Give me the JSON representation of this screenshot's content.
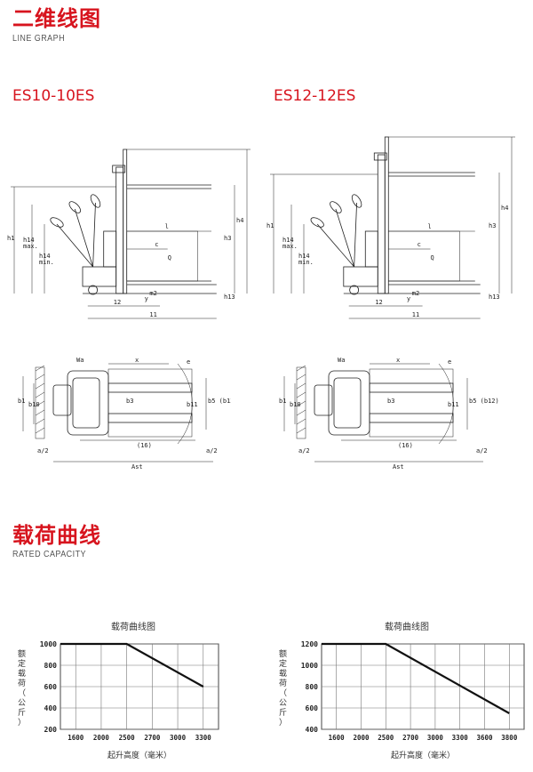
{
  "sections": {
    "line_graph": {
      "title": "二维线图",
      "subtitle": "LINE GRAPH"
    },
    "rated_capacity": {
      "title": "载荷曲线",
      "subtitle": "RATED CAPACITY"
    }
  },
  "models": [
    "ES10-10ES",
    "ES12-12ES"
  ],
  "dim_labels": {
    "side": [
      "h1",
      "h14 max.",
      "h14 min.",
      "h3",
      "h4",
      "h13",
      "12",
      "11",
      "l",
      "c",
      "y",
      "m2",
      "Q"
    ],
    "top": [
      "b1",
      "b10",
      "b3",
      "b11",
      "b5 (b12)",
      "x",
      "(16)",
      "Ast",
      "a/2",
      "Wa",
      "e"
    ]
  },
  "charts_common": {
    "xlabel": "起升高度（毫米）",
    "ylabel": "额定载荷（公斤）"
  },
  "chart_data": [
    {
      "type": "line",
      "title": "载荷曲线图",
      "xlabel": "起升高度（毫米）",
      "ylabel": "额定载荷（公斤）",
      "x_ticks": [
        "1600",
        "2000",
        "2500",
        "2700",
        "3000",
        "3300"
      ],
      "y_ticks": [
        "1000",
        "800",
        "600",
        "400",
        "200"
      ],
      "ylim": [
        200,
        1000
      ],
      "points": [
        [
          0,
          1000
        ],
        [
          2500,
          1000
        ],
        [
          3300,
          600
        ]
      ],
      "grid": true
    },
    {
      "type": "line",
      "title": "载荷曲线图",
      "xlabel": "起升高度（毫米）",
      "ylabel": "额定载荷（公斤）",
      "x_ticks": [
        "1600",
        "2000",
        "2500",
        "2700",
        "3000",
        "3300",
        "3600",
        "3800"
      ],
      "y_ticks": [
        "1200",
        "1000",
        "800",
        "600",
        "400"
      ],
      "ylim": [
        400,
        1200
      ],
      "points": [
        [
          0,
          1200
        ],
        [
          2500,
          1200
        ],
        [
          3800,
          550
        ]
      ],
      "grid": true
    }
  ]
}
